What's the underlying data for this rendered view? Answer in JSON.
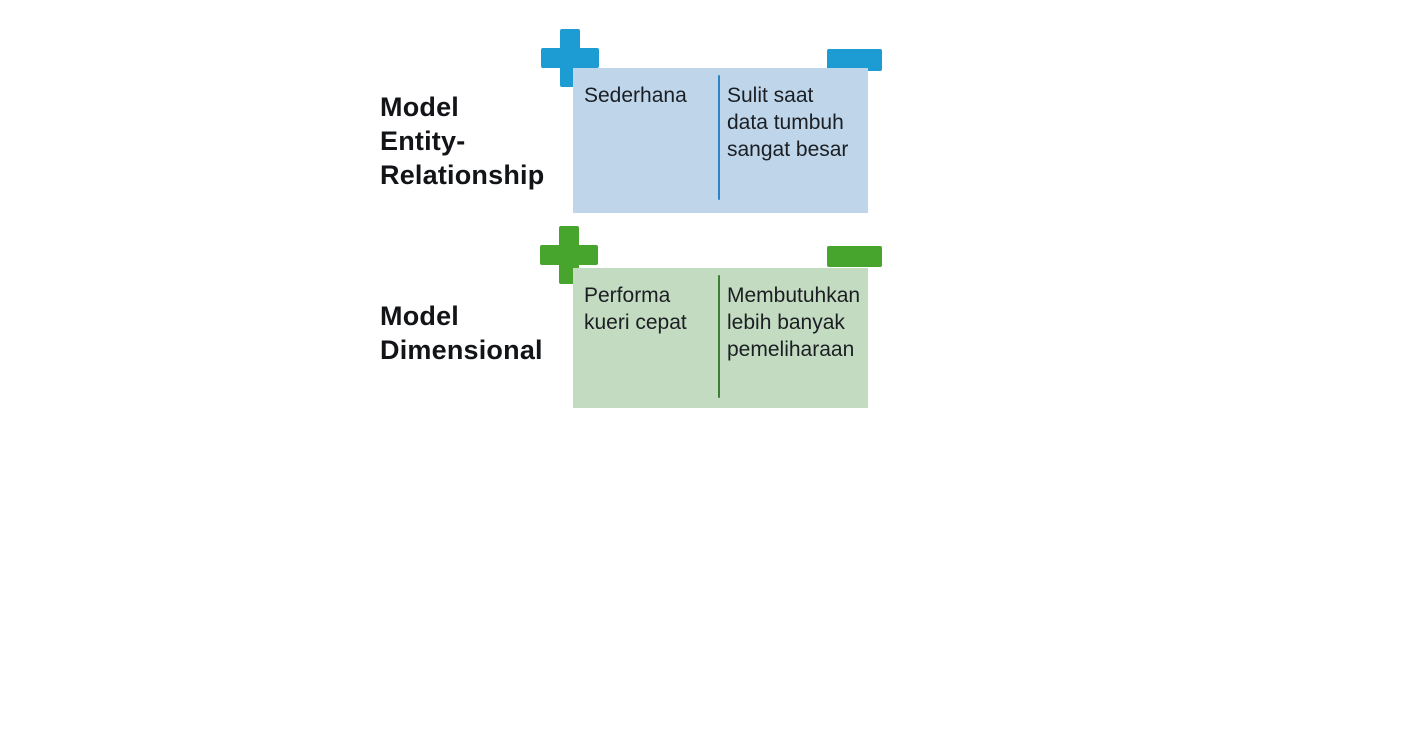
{
  "page": {
    "background": "#ffffff",
    "description_icons": {
      "plus-icon": "thick solid cross glyph (+) marking the advantage column",
      "minus-icon": "solid horizontal bar glyph (−) marking the disadvantage column"
    }
  },
  "sections": [
    {
      "id": "entity-relationship",
      "label": "Model\nEntity-\nRelationship",
      "pro": "Sederhana",
      "con": "Sulit saat\ndata tumbuh\nsangat besar",
      "colors": {
        "icon": "#1d9bd3",
        "box": "#bed5ea",
        "divider": "#2b84c4"
      }
    },
    {
      "id": "dimensional",
      "label": "Model\nDimensional",
      "pro": "Performa\nkueri cepat",
      "con": "Membutuhkan\nlebih banyak\npemeliharaan",
      "colors": {
        "icon": "#47a42d",
        "box": "#c3dbc0",
        "divider": "#3e7d33"
      }
    }
  ]
}
